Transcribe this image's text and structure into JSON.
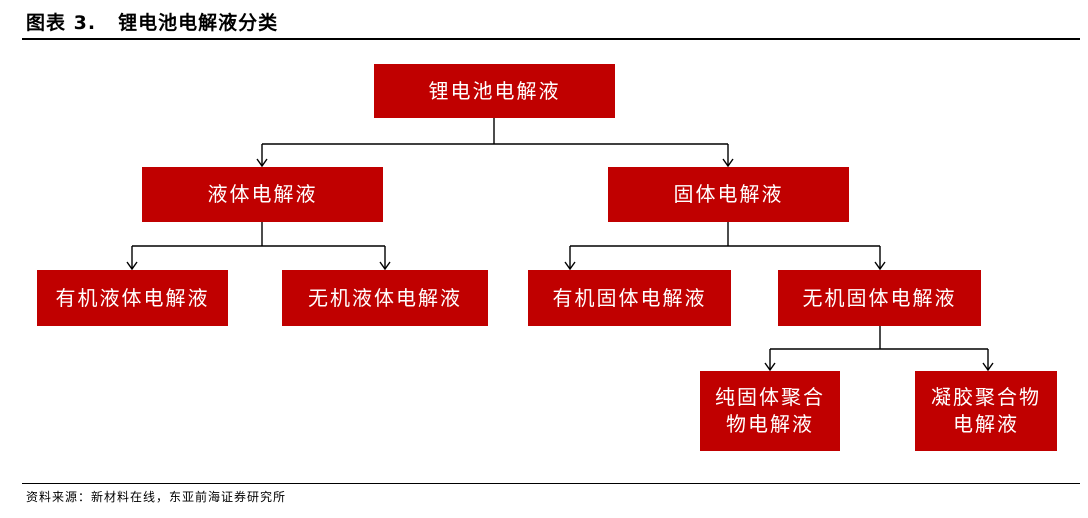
{
  "header": {
    "figure_label": "图表 3.",
    "title": "锂电池电解液分类"
  },
  "diagram": {
    "root": "锂电池电解液",
    "liquid": "液体电解液",
    "solid": "固体电解液",
    "organic_liquid": "有机液体电解液",
    "inorganic_liquid": "无机液体电解液",
    "organic_solid": "有机固体电解液",
    "inorganic_solid": "无机固体电解液",
    "pure_solid_polymer": "纯固体聚合\n物电解液",
    "gel_polymer": "凝胶聚合物\n电解液",
    "colors": {
      "box_fill": "#c00000",
      "box_text": "#ffffff",
      "line": "#000000"
    }
  },
  "footer": {
    "source": "资料来源：新材料在线，东亚前海证券研究所"
  }
}
